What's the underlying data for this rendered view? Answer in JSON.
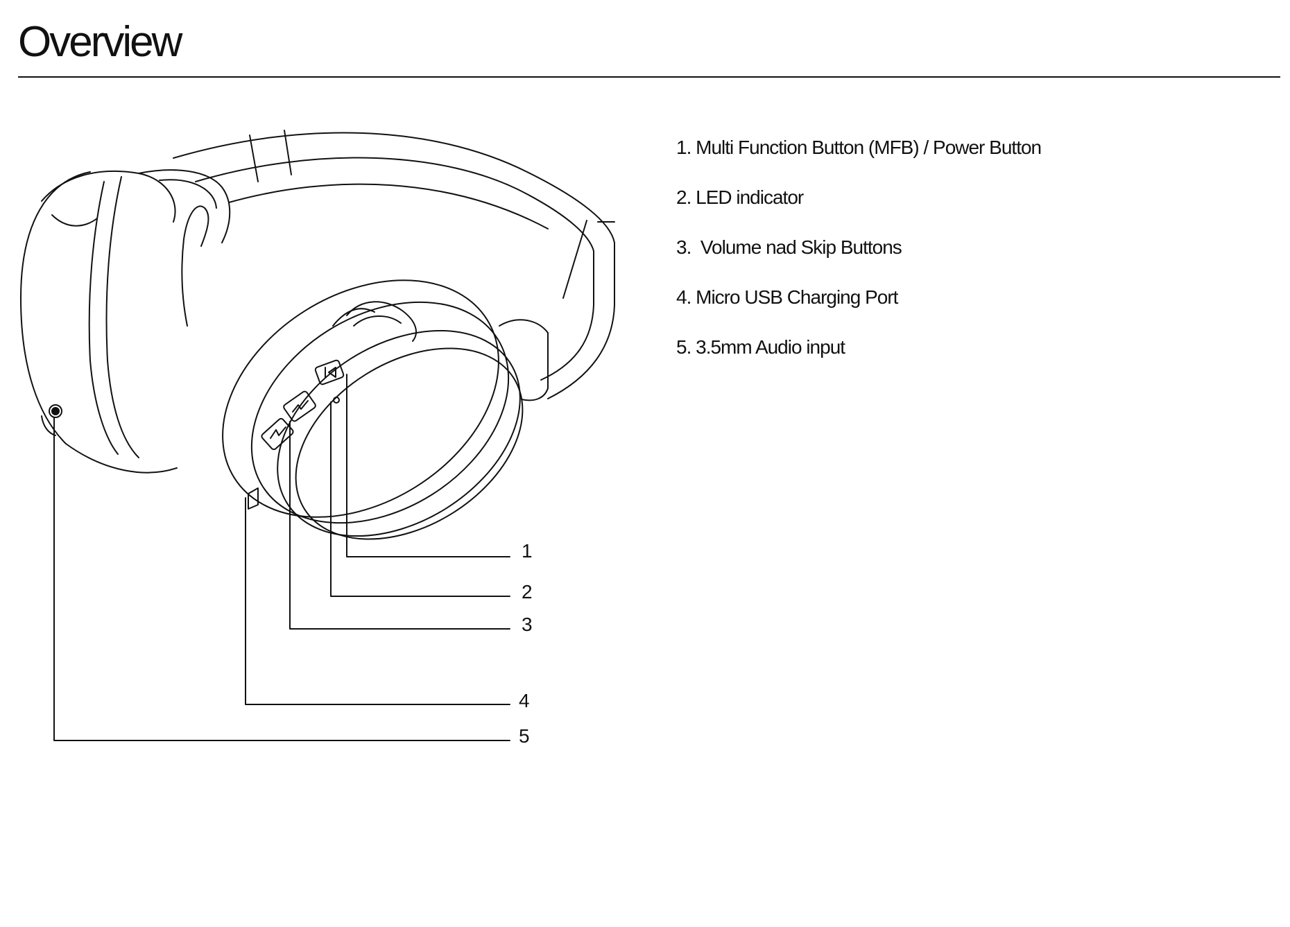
{
  "page": {
    "title": "Overview"
  },
  "legend": {
    "items": [
      "1. Multi Function Button (MFB) / Power Button",
      "2. LED indicator",
      "3.  Volume nad Skip Buttons",
      "4. Micro USB Charging Port",
      "5. 3.5mm Audio input"
    ]
  },
  "callouts": [
    "1",
    "2",
    "3",
    "4",
    "5"
  ],
  "colors": {
    "ink": "#111111",
    "background": "#ffffff"
  },
  "illustration": {
    "subject": "headphones-line-drawing"
  }
}
